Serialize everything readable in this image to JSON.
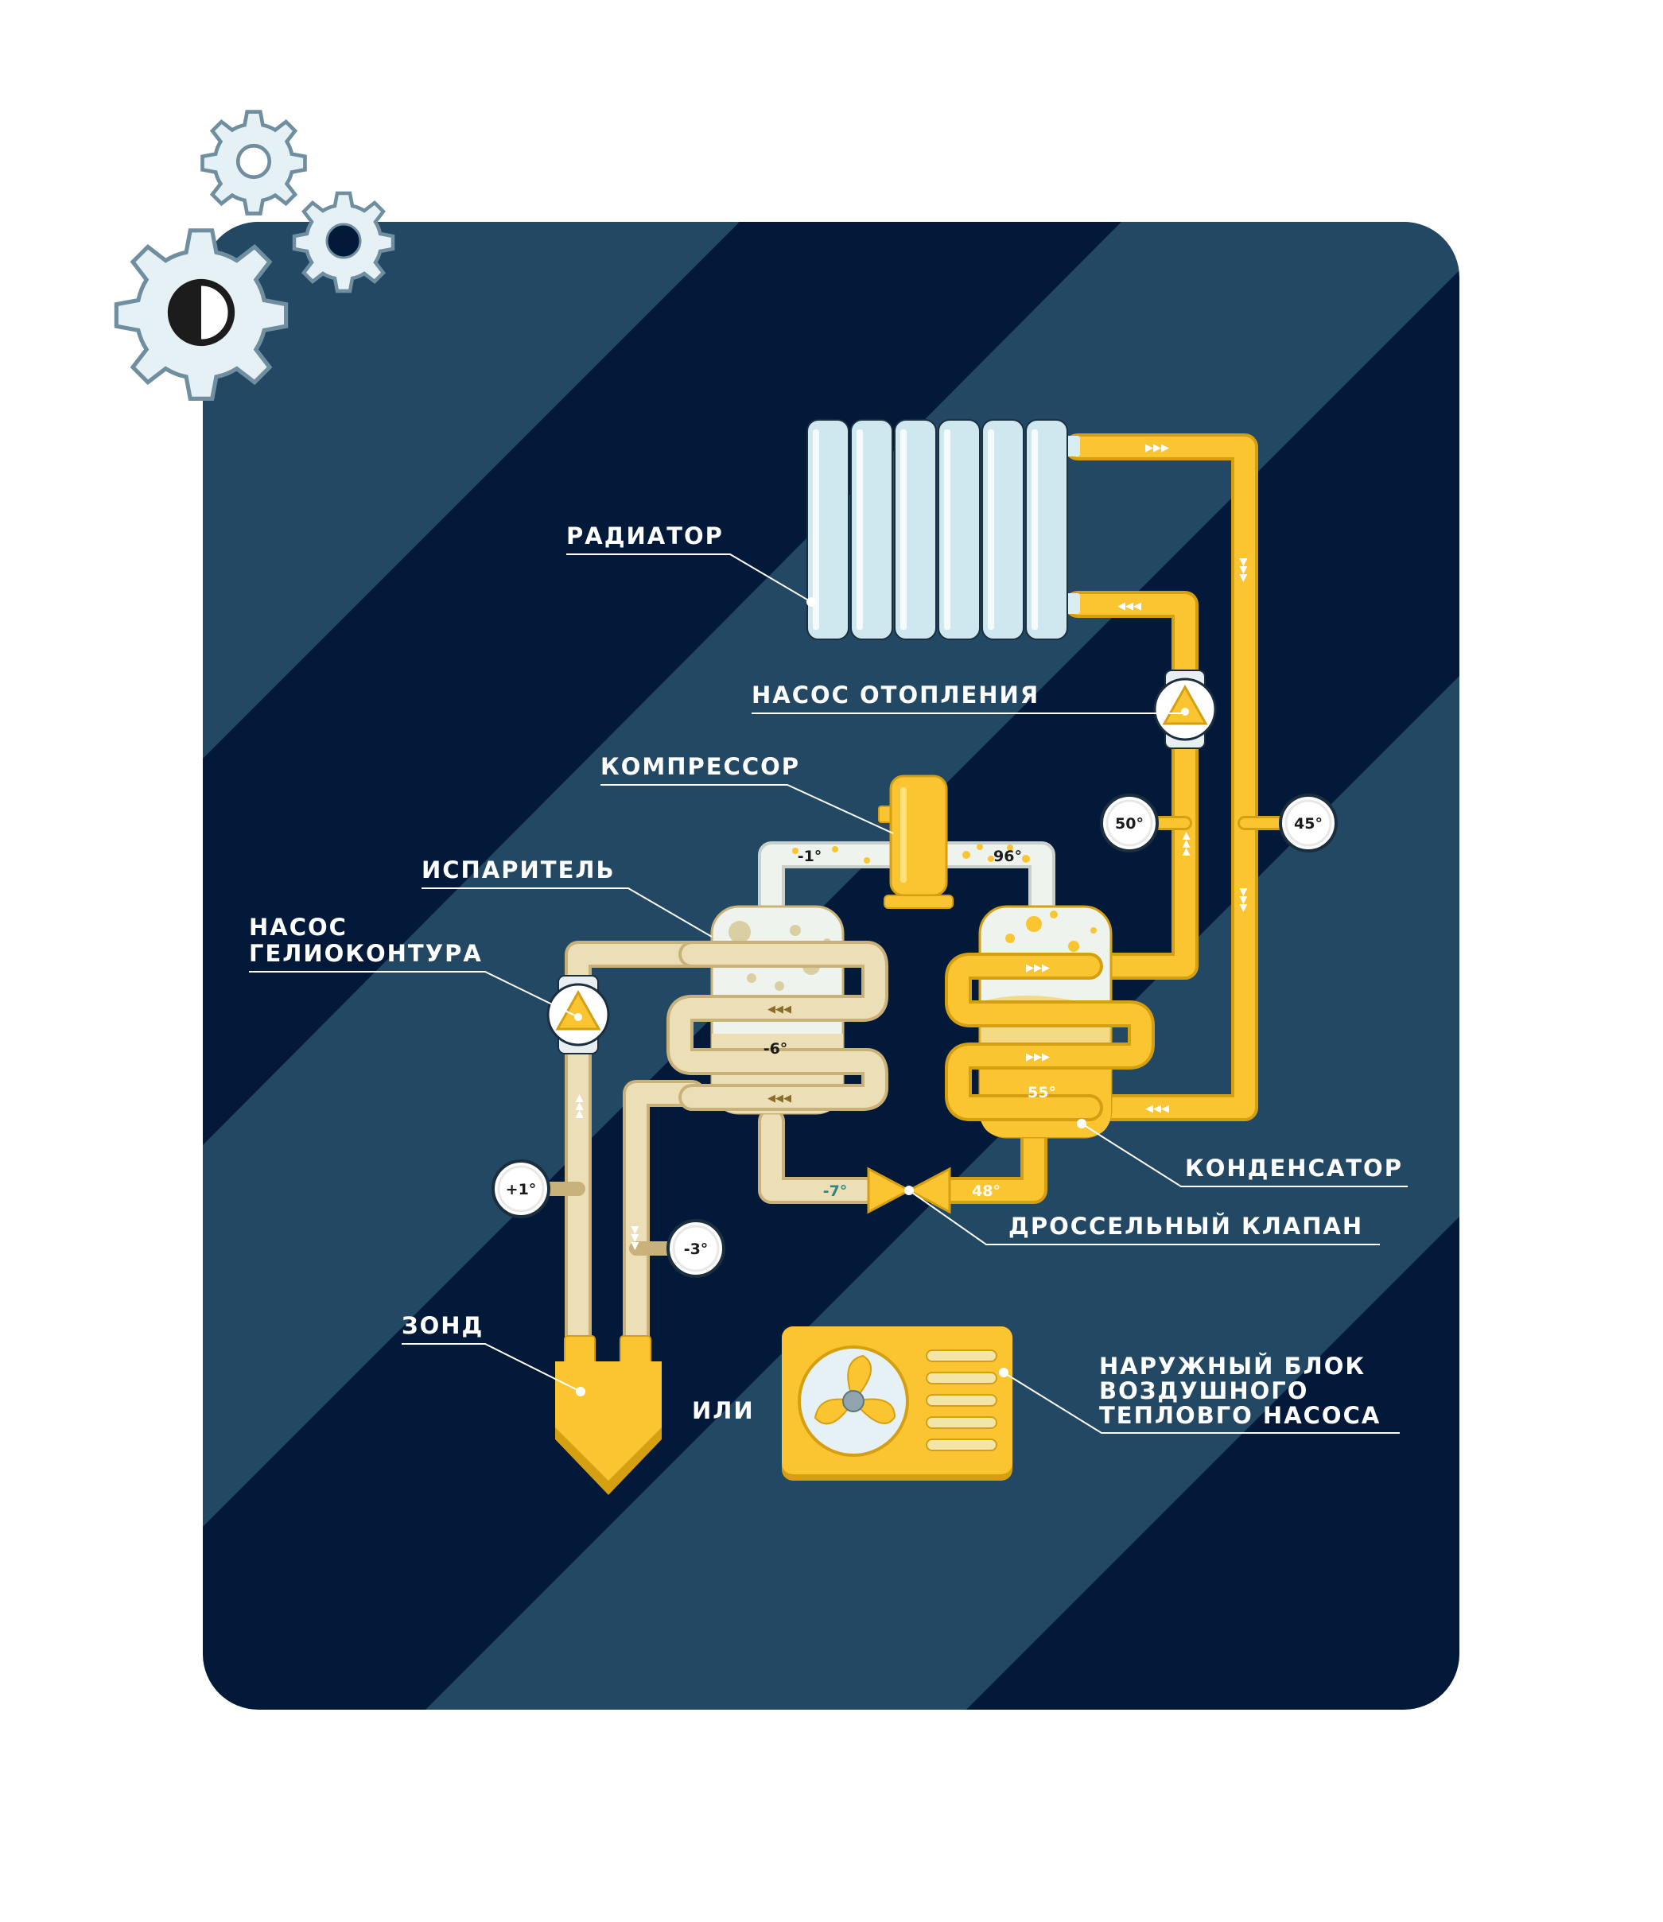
{
  "labels": {
    "radiator": "РАДИАТОР",
    "heating_pump": "НАСОС ОТОПЛЕНИЯ",
    "compressor": "КОМПРЕССОР",
    "evaporator": "ИСПАРИТЕЛЬ",
    "solar_pump_line1": "НАСОС",
    "solar_pump_line2": "ГЕЛИОКОНТУРА",
    "condenser": "КОНДЕНСАТОР",
    "throttle_valve": "ДРОССЕЛЬНЫЙ КЛАПАН",
    "probe": "ЗОНД",
    "or": "ИЛИ",
    "outdoor_unit_line1": "НАРУЖНЫЙ БЛОК",
    "outdoor_unit_line2": "ВОЗДУШНОГО",
    "outdoor_unit_line3": "ТЕПЛОВГО НАСОСА"
  },
  "temperatures": {
    "compressor_in": "-1°",
    "compressor_out": "96°",
    "supply": "50°",
    "return": "45°",
    "evaporator": "-6°",
    "condenser": "55°",
    "after_valve": "-7°",
    "before_valve": "48°",
    "probe_up": "+1°",
    "probe_down": "-3°"
  },
  "arrows": {
    "right": "▶▶▶",
    "left": "◀◀◀",
    "down": "▼▼▼",
    "up": "▲▲▲"
  },
  "colors": {
    "panel_dark": "#02193a",
    "panel_light": "#234863",
    "yellow": "#fbc531",
    "beige": "#ecdfb8",
    "outline": "#ffffff"
  }
}
